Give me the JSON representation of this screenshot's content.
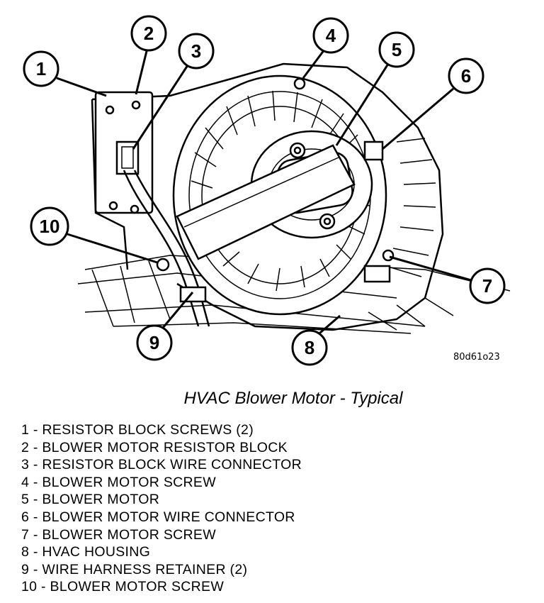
{
  "figure": {
    "code": "80d61o23",
    "caption": "HVAC Blower Motor - Typical",
    "callouts": [
      "1",
      "2",
      "3",
      "4",
      "5",
      "6",
      "7",
      "8",
      "9",
      "10"
    ]
  },
  "legend": [
    "1 - RESISTOR BLOCK SCREWS (2)",
    "2 - BLOWER MOTOR RESISTOR BLOCK",
    "3 - RESISTOR BLOCK WIRE CONNECTOR",
    "4 - BLOWER MOTOR SCREW",
    "5 - BLOWER MOTOR",
    "6 - BLOWER MOTOR WIRE CONNECTOR",
    "7 - BLOWER MOTOR SCREW",
    "8 - HVAC HOUSING",
    "9 - WIRE HARNESS RETAINER (2)",
    "10 - BLOWER MOTOR SCREW"
  ]
}
